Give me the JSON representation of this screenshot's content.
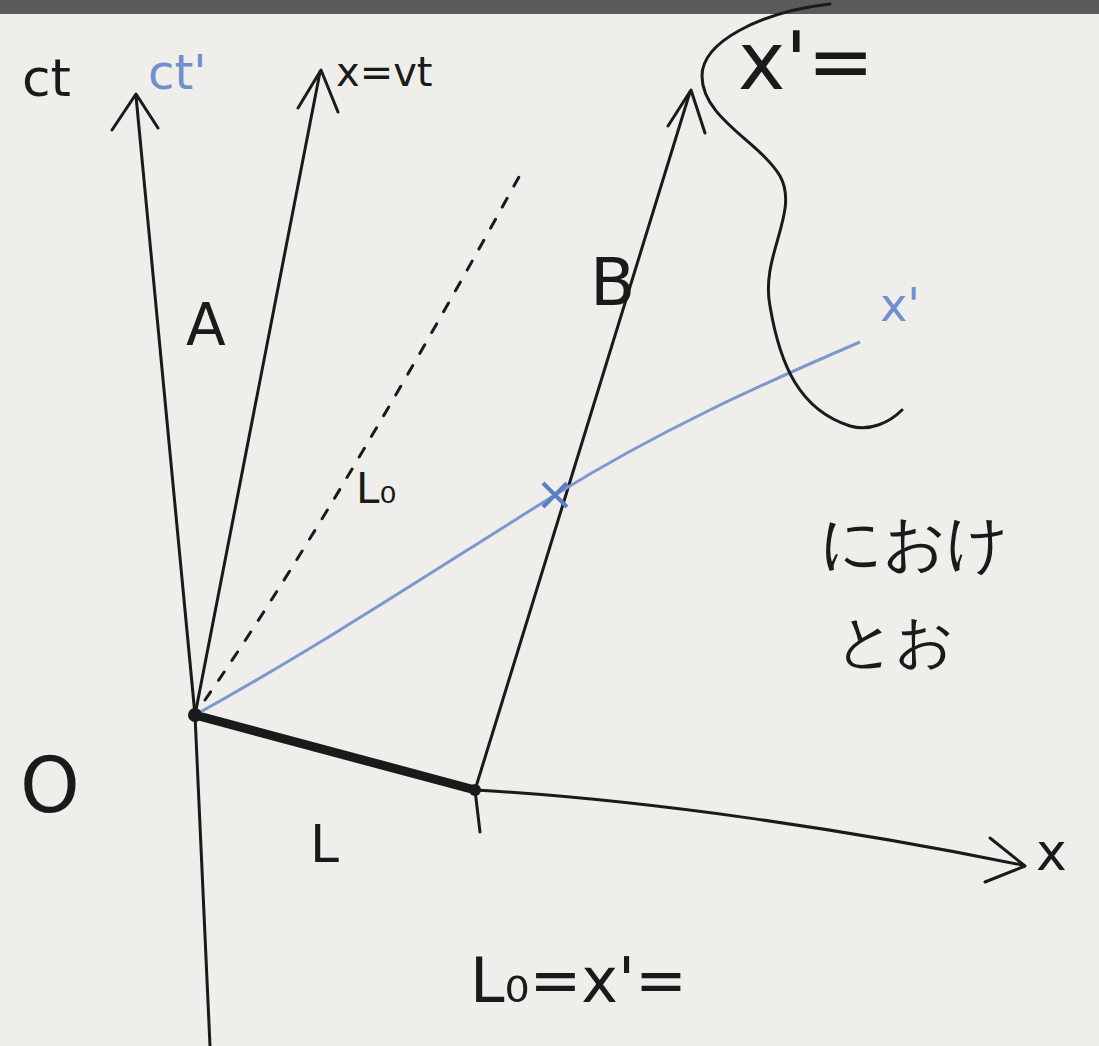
{
  "diagram": {
    "nodes": [
      {
        "text": [
          "x'="
        ]
      }
    ],
    "labels": [
      "ct",
      "ct'",
      "x=vt",
      "A",
      "B",
      "x'",
      "L₀",
      "O",
      "L",
      "x",
      "におけ",
      "とお",
      "L₀=x'="
    ]
  }
}
